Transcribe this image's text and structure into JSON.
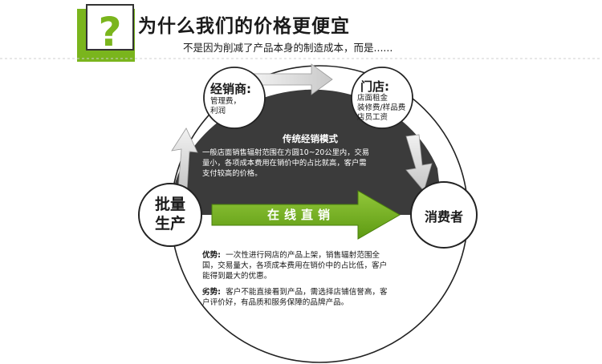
{
  "header": {
    "title": "为什么我们的价格更便宜",
    "subtitle": "不是因为削减了产品本身的制造成本，而是......"
  },
  "nodes": {
    "dealer": {
      "title": "经销商:",
      "lines": [
        "管理费，",
        "利润"
      ]
    },
    "store": {
      "title": "门店:",
      "lines": [
        "店面租金",
        "装修费/样品费",
        "店员工资"
      ]
    },
    "producer": {
      "lines": [
        "批量",
        "生产"
      ]
    },
    "consumer": {
      "label": "消费者"
    }
  },
  "traditional": {
    "title": "传统经销模式",
    "lines": [
      "一般店面销售辐射范围在方圆10~20公里内，交易",
      "量小，各项成本费用在销价中的占比就高，客户需",
      "支付较高的价格。"
    ]
  },
  "direct": {
    "label": "在线直销"
  },
  "advantage": {
    "label": "优势:",
    "lines": [
      "一次性进行网店的产品上架，销售辐射范围全",
      "国，交易量大，各项成本费用在销价中的占比低，客户",
      "能得到最大的优惠。"
    ]
  },
  "disadvantage": {
    "label": "劣势:",
    "lines": [
      "客户不能直接看到产品，需选择店铺信誉高，客",
      "户评价好，有品质和服务保障的品牌产品。"
    ]
  },
  "colors": {
    "accent_green": "#7ab51d",
    "dark_gray": "#3a3a3a",
    "light_gray": "#d9d9d9"
  },
  "icons": {
    "logo": "question-mark-icon"
  }
}
